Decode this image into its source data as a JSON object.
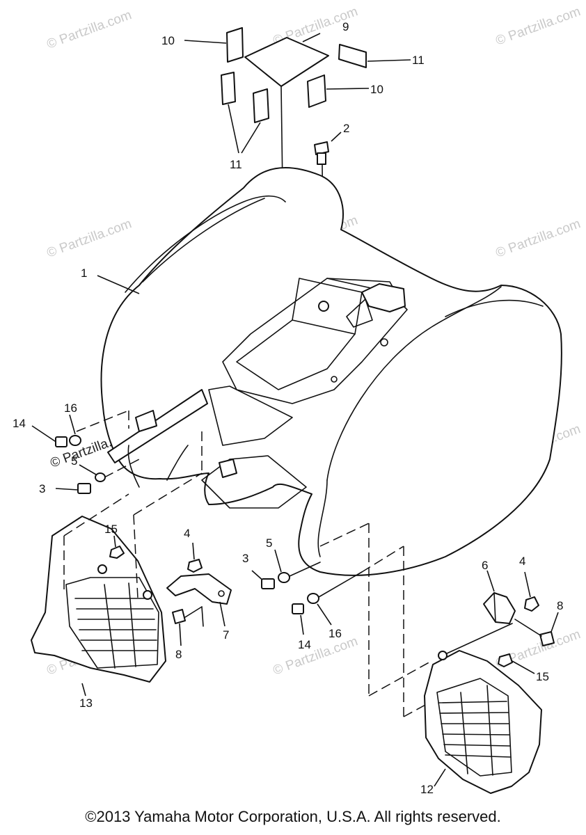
{
  "callouts": {
    "c1": "1",
    "c2": "2",
    "c3a": "3",
    "c3b": "3",
    "c4a": "4",
    "c4b": "4",
    "c5a": "5",
    "c5b": "5",
    "c6": "6",
    "c7": "7",
    "c8a": "8",
    "c8b": "8",
    "c9": "9",
    "c10a": "10",
    "c10b": "10",
    "c11a": "11",
    "c11b": "11",
    "c12": "12",
    "c13": "13",
    "c14a": "14",
    "c14b": "14",
    "c15a": "15",
    "c15b": "15",
    "c16a": "16",
    "c16b": "16"
  },
  "watermark": {
    "text": "© Partzilla.com"
  },
  "footer": {
    "copyright": "©2013 Yamaha Motor Corporation, U.S.A. All rights reserved."
  }
}
